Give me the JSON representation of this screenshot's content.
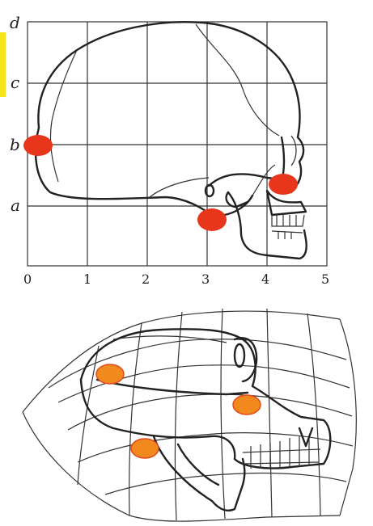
{
  "top_figure": {
    "y_labels": [
      "a",
      "b",
      "c",
      "d"
    ],
    "x_labels": [
      "0",
      "1",
      "2",
      "3",
      "4",
      "5"
    ],
    "marker_color": "#e8361c"
  },
  "bottom_figure": {
    "marker_color": "#f2891e",
    "marker_stroke": "#e24a1c"
  },
  "accent_color": "#f4e51a"
}
